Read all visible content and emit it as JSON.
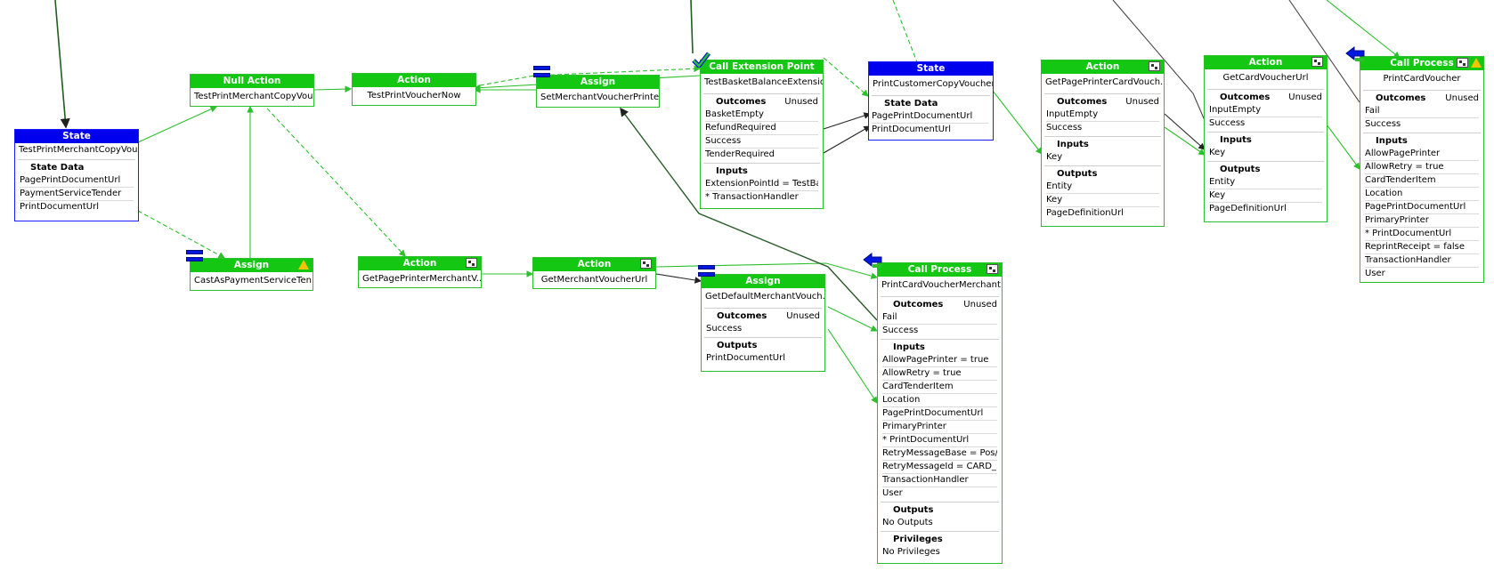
{
  "nodes": {
    "state1": {
      "type": "State",
      "name": "TestPrintMerchantCopyVou...",
      "section": "State Data",
      "rows": [
        "PagePrintDocumentUrl",
        "PaymentServiceTender",
        "PrintDocumentUrl"
      ]
    },
    "null1": {
      "type": "Null Action",
      "name": "TestPrintMerchantCopyVou..."
    },
    "action1": {
      "type": "Action",
      "name": "TestPrintVoucherNow"
    },
    "assign1": {
      "type": "Assign",
      "name": "SetMerchantVoucherPrinted"
    },
    "cep": {
      "type": "Call Extension Point",
      "name": "TestBasketBalanceExtension",
      "outcomes_label": "Outcomes",
      "outcomes_note": "Unused",
      "outcomes": [
        "BasketEmpty",
        "RefundRequired",
        "Success",
        "TenderRequired"
      ],
      "inputs_label": "Inputs",
      "inputs": [
        "ExtensionPointId = TestBa...",
        "* TransactionHandler"
      ]
    },
    "state2": {
      "type": "State",
      "name": "PrintCustomerCopyVoucher",
      "section": "State Data",
      "rows": [
        "PagePrintDocumentUrl",
        "PrintDocumentUrl"
      ]
    },
    "action2": {
      "type": "Action",
      "name": "GetPagePrinterCardVouch...",
      "outcomes_label": "Outcomes",
      "outcomes_note": "Unused",
      "outcomes": [
        "InputEmpty",
        "Success"
      ],
      "inputs_label": "Inputs",
      "inputs": [
        "Key"
      ],
      "outputs_label": "Outputs",
      "outputs": [
        "Entity",
        "Key",
        "PageDefinitionUrl"
      ]
    },
    "action3": {
      "type": "Action",
      "name": "GetCardVoucherUrl",
      "outcomes_label": "Outcomes",
      "outcomes_note": "Unused",
      "outcomes": [
        "InputEmpty",
        "Success"
      ],
      "inputs_label": "Inputs",
      "inputs": [
        "Key"
      ],
      "outputs_label": "Outputs",
      "outputs": [
        "Entity",
        "Key",
        "PageDefinitionUrl"
      ]
    },
    "cp1": {
      "type": "Call Process",
      "name": "PrintCardVoucher",
      "outcomes_label": "Outcomes",
      "outcomes_note": "Unused",
      "outcomes": [
        "Fail",
        "Success"
      ],
      "inputs_label": "Inputs",
      "inputs": [
        "AllowPagePrinter",
        "AllowRetry = true",
        "CardTenderItem",
        "Location",
        "PagePrintDocumentUrl",
        "PrimaryPrinter",
        "* PrintDocumentUrl",
        "ReprintReceipt = false",
        "TransactionHandler",
        "User"
      ]
    },
    "assign2": {
      "type": "Assign",
      "name": "CastAsPaymentServiceTen..."
    },
    "action4": {
      "type": "Action",
      "name": "GetPagePrinterMerchantV..."
    },
    "action5": {
      "type": "Action",
      "name": "GetMerchantVoucherUrl"
    },
    "assign3": {
      "type": "Assign",
      "name": "GetDefaultMerchantVouch...",
      "outcomes_label": "Outcomes",
      "outcomes_note": "Unused",
      "outcomes": [
        "Success"
      ],
      "outputs_label": "Outputs",
      "outputs": [
        "PrintDocumentUrl"
      ]
    },
    "cp2": {
      "type": "Call Process",
      "name": "PrintCardVoucherMerchant...",
      "outcomes_label": "Outcomes",
      "outcomes_note": "Unused",
      "outcomes": [
        "Fail",
        "Success"
      ],
      "inputs_label": "Inputs",
      "inputs": [
        "AllowPagePrinter = true",
        "AllowRetry = true",
        "CardTenderItem",
        "Location",
        "PagePrintDocumentUrl",
        "PrimaryPrinter",
        "* PrintDocumentUrl",
        "RetryMessageBase = Pos/...",
        "RetryMessageId = CARD_...",
        "TransactionHandler",
        "User"
      ],
      "outputs_label": "Outputs",
      "outputs": [
        "No Outputs"
      ],
      "privileges_label": "Privileges",
      "privileges": [
        "No Privileges"
      ]
    }
  },
  "colors": {
    "state_header": "#0000ee",
    "process_header": "#13c713",
    "wire_green": "#2dbf2d",
    "wire_dark": "#222222",
    "warning": "#f4c400"
  }
}
